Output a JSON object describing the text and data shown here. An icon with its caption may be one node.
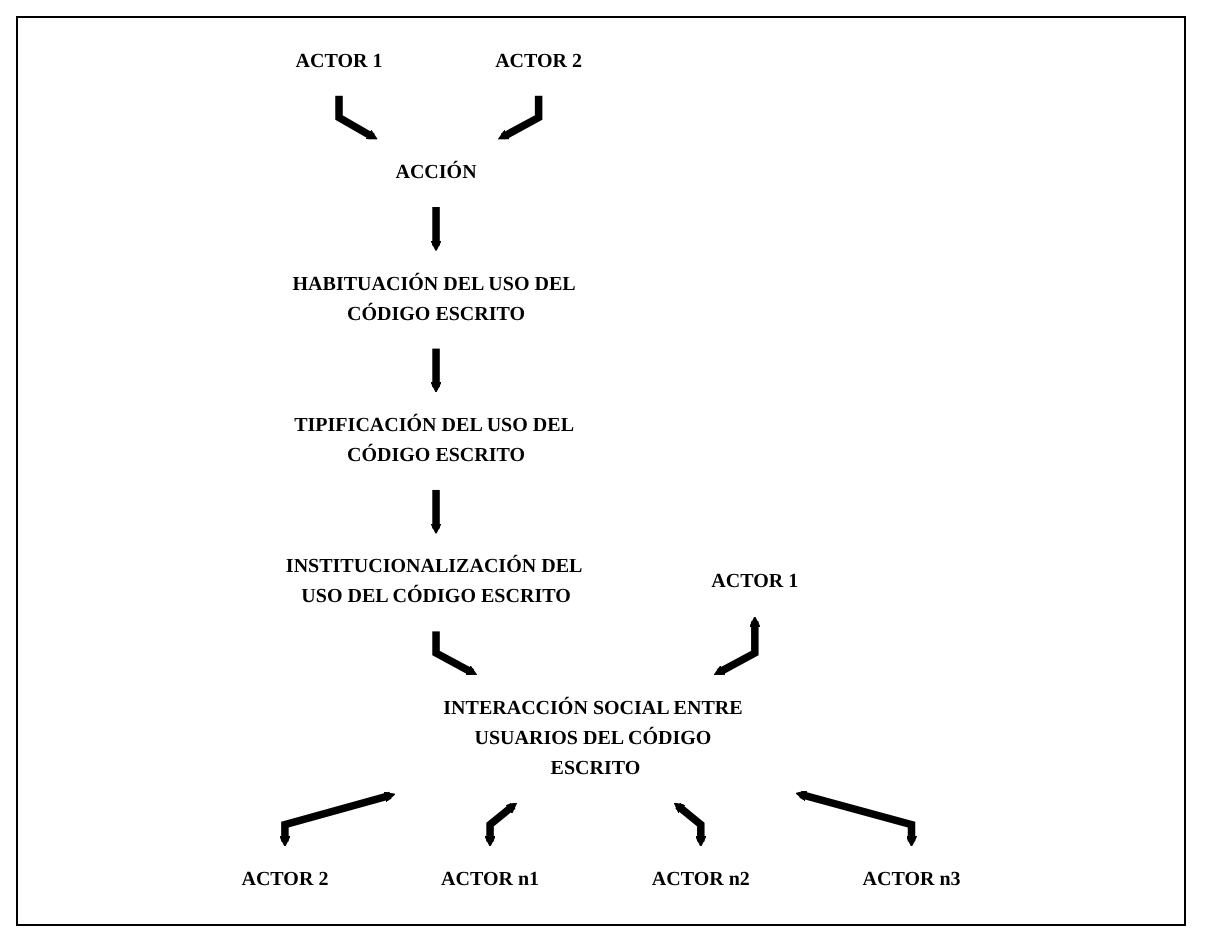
{
  "diagram": {
    "nodes": [
      {
        "text": [
          "ACTOR 1"
        ]
      },
      {
        "text": [
          "ACCIÓN"
        ]
      },
      {
        "text": [
          "ACTOR 2"
        ]
      },
      {
        "text": [
          "HABITUACIÓN DEL USO DEL CÓDIGO ESCRITO"
        ]
      },
      {
        "text": [
          "TIPIFICACIÓN DEL USO DEL CÓDIGO ESCRITO"
        ]
      },
      {
        "text": [
          "INSTITUCIONALIZACIÓN DEL USO DEL CÓDIGO ESCRITO"
        ]
      },
      {
        "text": [
          "ACTOR 1"
        ]
      },
      {
        "text": [
          "INTERACCIÓN SOCIAL ENTRE USUARIOS DEL CÓDIGO ESCRITO"
        ]
      },
      {
        "text": [
          "ACTOR 2"
        ]
      },
      {
        "text": [
          "ACTOR n1"
        ]
      },
      {
        "text": [
          "ACTOR n2"
        ]
      },
      {
        "text": [
          "ACTOR n3"
        ]
      }
    ],
    "edges": [
      {
        "from": 0,
        "to": 1,
        "arrow": "to"
      },
      {
        "from": 2,
        "to": 1,
        "arrow": "to"
      },
      {
        "from": 1,
        "to": 3,
        "arrow": "to"
      },
      {
        "from": 3,
        "to": 4,
        "arrow": "to"
      },
      {
        "from": 4,
        "to": 5,
        "arrow": "to"
      },
      {
        "from": 5,
        "to": 7,
        "arrow": "to"
      },
      {
        "from": 6,
        "to": 7,
        "arrow": "both"
      },
      {
        "from": 7,
        "to": 8,
        "arrow": "both"
      },
      {
        "from": 7,
        "to": 9,
        "arrow": "both"
      },
      {
        "from": 7,
        "to": 10,
        "arrow": "both"
      },
      {
        "from": 7,
        "to": 11,
        "arrow": "both"
      }
    ]
  }
}
